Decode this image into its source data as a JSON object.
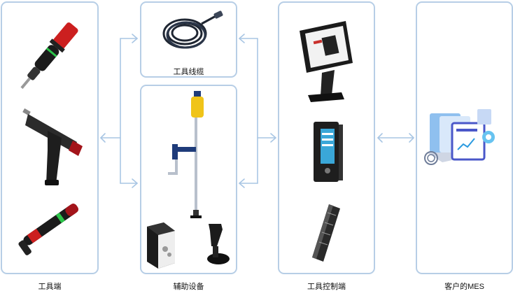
{
  "diagram": {
    "columns": [
      {
        "id": "tool-end",
        "label": "工具端"
      },
      {
        "id": "aux-equipment",
        "label": "辅助设备"
      },
      {
        "id": "tool-controller",
        "label": "工具控制端"
      },
      {
        "id": "customer-mes",
        "label": "客户的MES"
      }
    ],
    "sub_boxes": {
      "cable": {
        "label": "工具线缆"
      }
    },
    "icons": {
      "tool_end": [
        "screwdriver-icon",
        "pistol-grip-nutrunner-icon",
        "angle-nutrunner-icon"
      ],
      "cable": [
        "coiled-cable-icon"
      ],
      "aux": [
        "torque-reaction-arm-icon",
        "socket-selector-icon",
        "barcode-scanner-icon"
      ],
      "controller": [
        "touchscreen-monitor-icon",
        "controller-tower-icon",
        "controller-module-icon"
      ],
      "mes": [
        "mes-dashboard-icon"
      ]
    },
    "colors": {
      "border": "#b7cee6",
      "arrow": "#a9c6e4",
      "tool_accent_red": "#cc1f1f",
      "tool_accent_green": "#2cc44a"
    }
  }
}
